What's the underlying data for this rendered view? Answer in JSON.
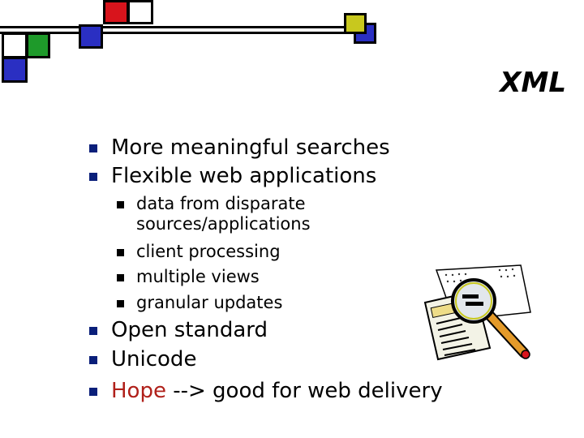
{
  "slide": {
    "title": "XML",
    "bullets": [
      {
        "text": "More meaningful searches"
      },
      {
        "text": "Flexible web applications"
      }
    ],
    "sub_bullets": [
      {
        "lines": [
          "data from disparate",
          "sources/applications"
        ]
      },
      {
        "lines": [
          "client processing"
        ]
      },
      {
        "lines": [
          "multiple views"
        ]
      },
      {
        "lines": [
          "granular updates"
        ]
      }
    ],
    "bullets_after": [
      {
        "text": "Open standard"
      },
      {
        "text": "Unicode"
      },
      {
        "highlight": "Hope",
        "rest": " --> good for web delivery"
      }
    ]
  },
  "colors": {
    "accent_red": "#d8141c",
    "accent_green": "#1e9a2a",
    "accent_blue": "#2a2fc2",
    "accent_yellow": "#c8c81e",
    "bullet_blue": "#0a1f7a",
    "hope_red": "#b0201a"
  },
  "icons": {
    "clipart": "magnifying-glass-over-document-icon"
  }
}
